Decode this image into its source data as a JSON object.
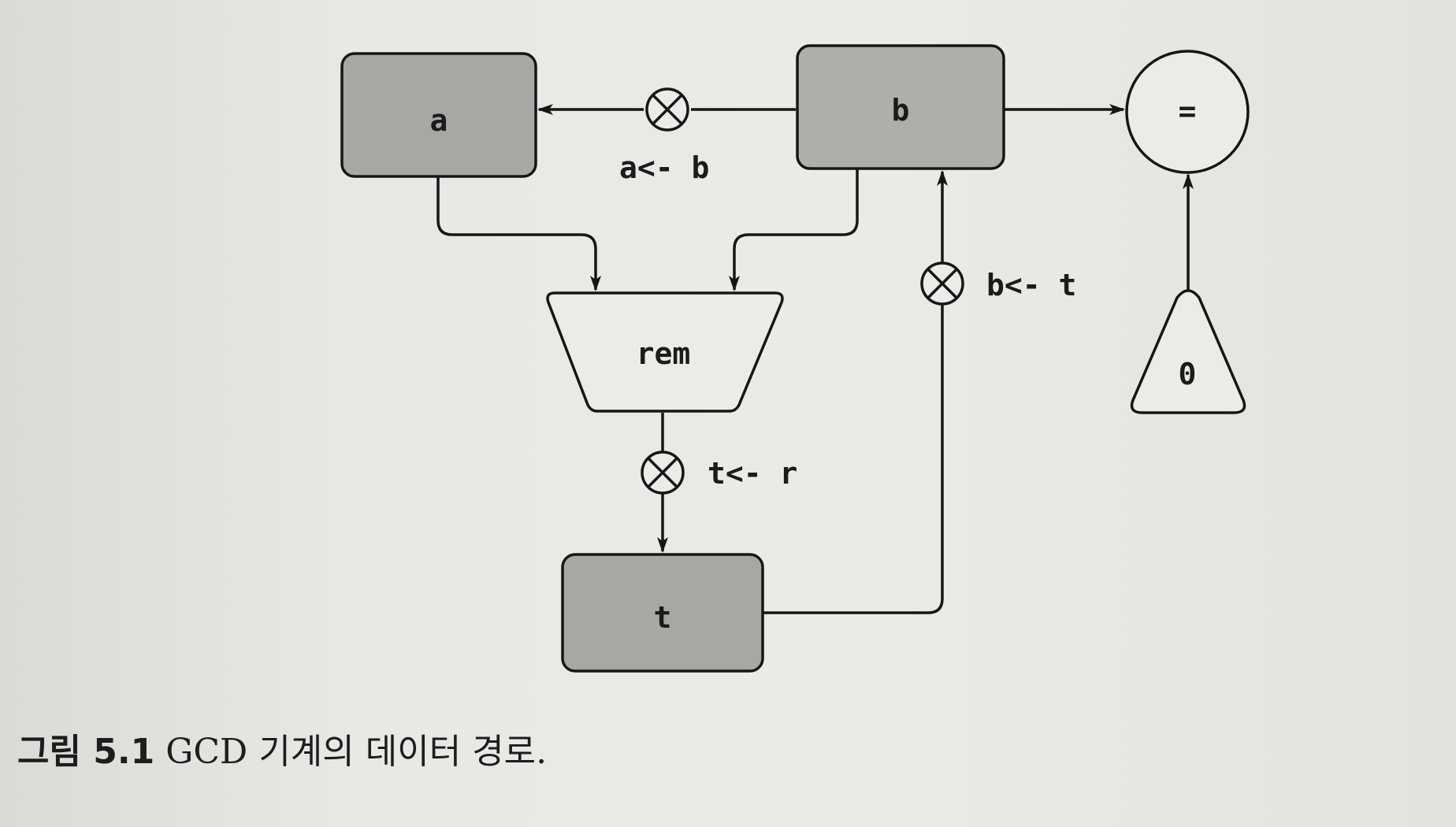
{
  "diagram": {
    "nodes": {
      "a": "a",
      "b": "b",
      "rem": "rem",
      "t": "t",
      "eq": "=",
      "zero": "0"
    },
    "edges": {
      "a_from_b": "a<- b",
      "b_from_t": "b<- t",
      "t_from_r": "t<- r"
    },
    "colors": {
      "register_fill": "#a9a7a3",
      "op_fill": "#ecebe7",
      "stroke": "#161616"
    }
  },
  "caption": {
    "label": "그림 5.1",
    "text": "GCD 기계의 데이터 경로."
  }
}
